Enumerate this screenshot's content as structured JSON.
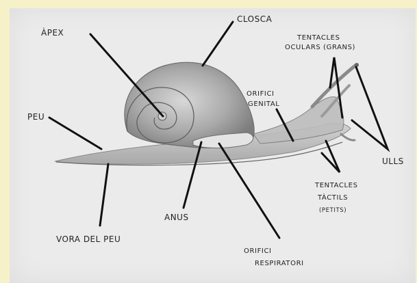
{
  "colors": {
    "background": "#f6f1c9",
    "paper": "#ecebeb",
    "pencil": "#555555",
    "ink": "#111111"
  },
  "labels": {
    "apex": "ÀPEX",
    "shell": "CLOSCA",
    "foot": "PEU",
    "genital_pore_line1": "ORIFICI",
    "genital_pore_line2": "GENITAL",
    "eye_tentacles_line1": "TENTACLES",
    "eye_tentacles_line2": "OCULARS (GRANS)",
    "eyes": "ULLS",
    "tactile_tentacles_line1": "TENTACLES",
    "tactile_tentacles_line2": "TÀCTILS",
    "tactile_tentacles_line3": "(PETITS)",
    "anus": "ANUS",
    "foot_edge": "VORA DEL PEU",
    "respiratory_pore_line1": "ORIFICI",
    "respiratory_pore_line2": "RESPIRATORI"
  }
}
